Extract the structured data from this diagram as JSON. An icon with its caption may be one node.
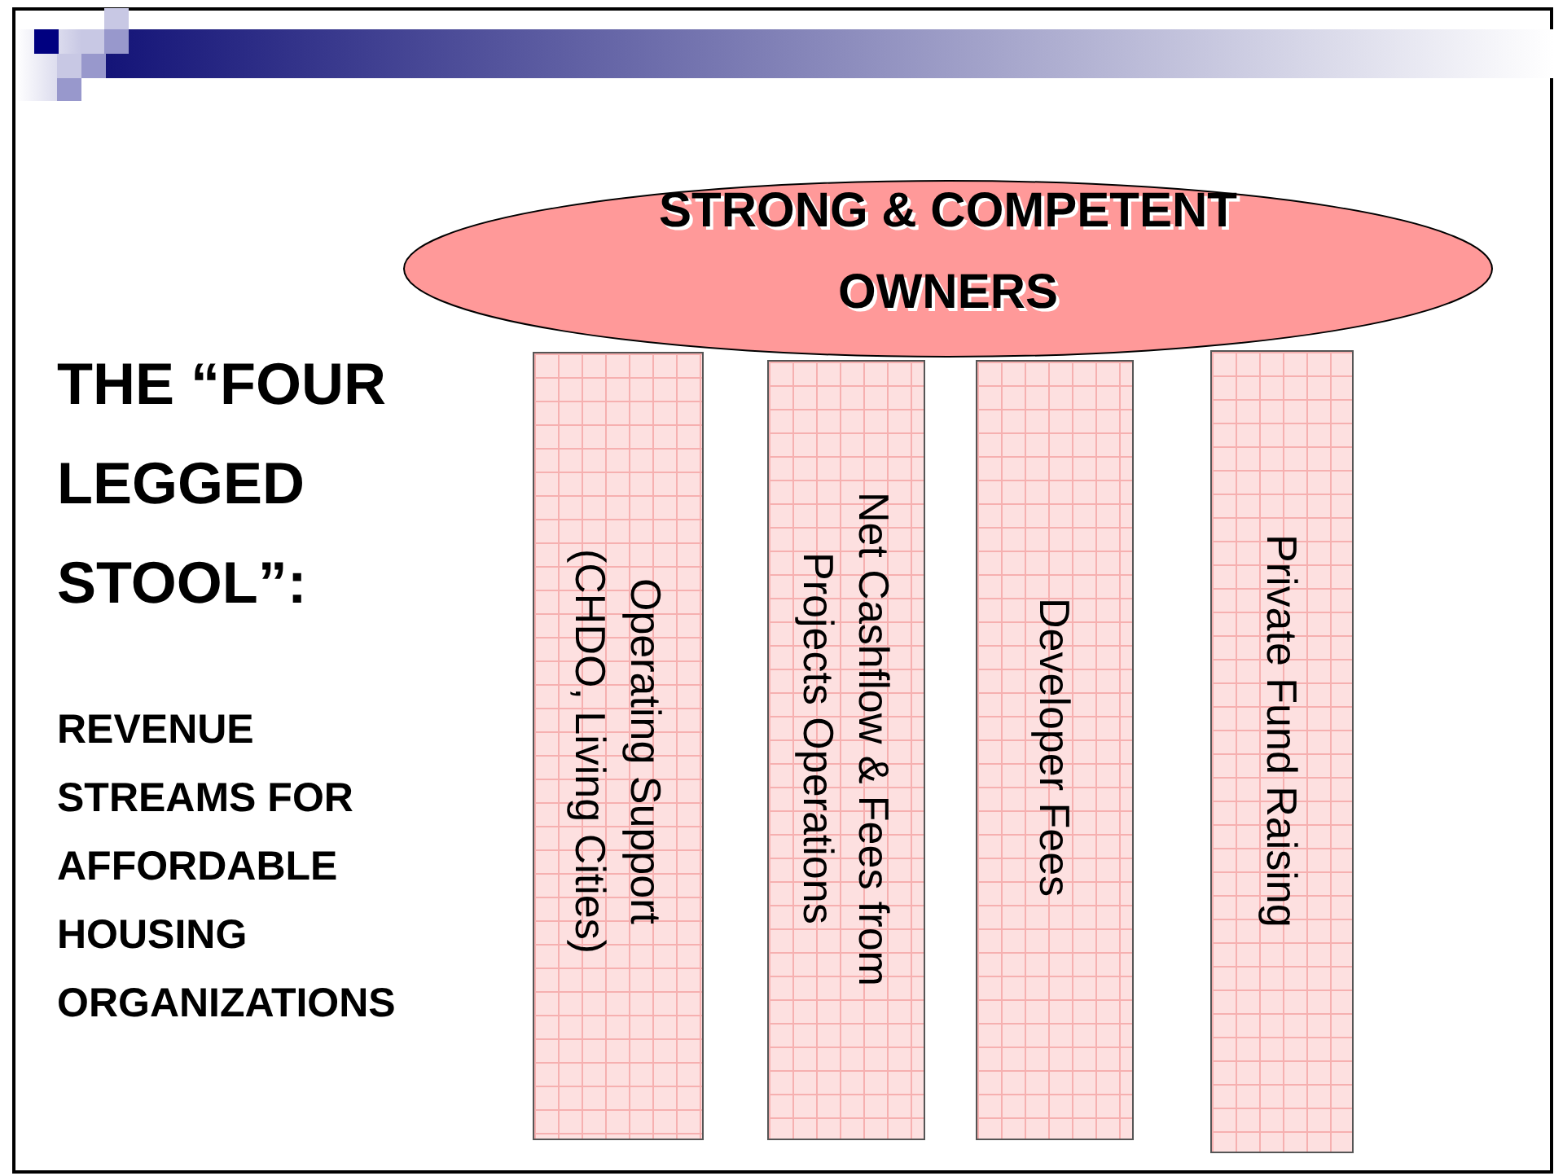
{
  "diagram": {
    "title": "THE “FOUR LEGGED STOOL”:",
    "nodes": [
      {
        "text": [
          "STRONG & COMPETENT OWNERS"
        ]
      },
      {
        "text": [
          "Operating Support (CHDO, Living Cities)"
        ]
      },
      {
        "text": [
          "Net Cashflow & Fees from Projects Operations"
        ]
      },
      {
        "text": [
          "Developer Fees"
        ]
      },
      {
        "text": [
          "Private Fund Raising"
        ]
      }
    ],
    "labels": [
      "REVENUE STREAMS FOR AFFORDABLE HOUSING ORGANIZATIONS"
    ]
  }
}
